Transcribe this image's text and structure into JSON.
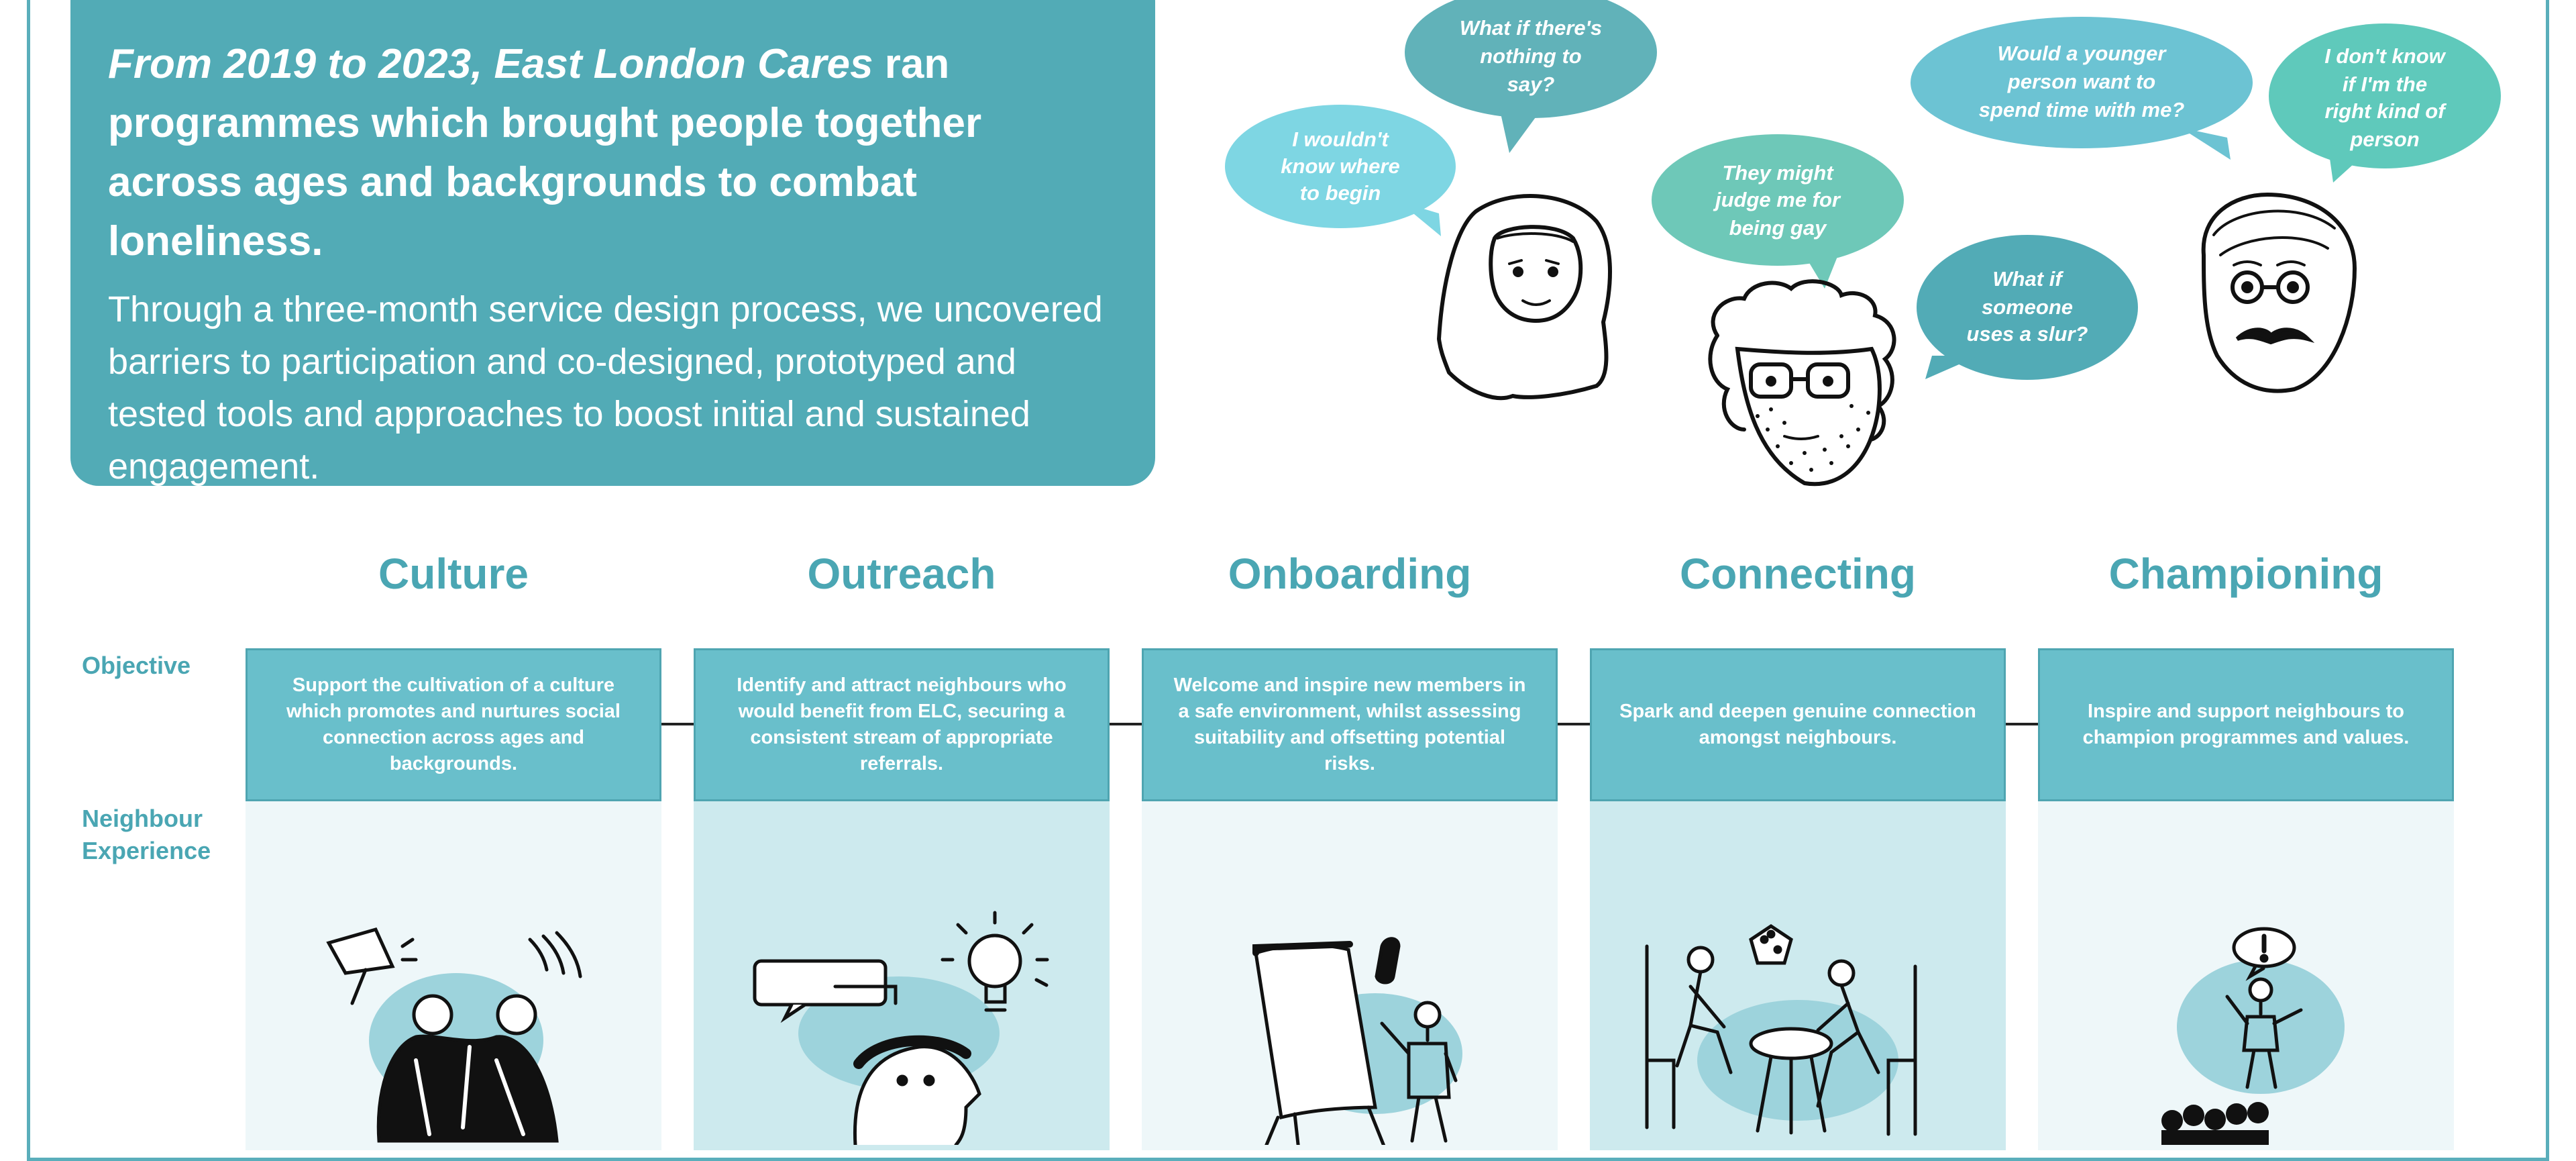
{
  "intro": {
    "lead_em": "From 2019 to 2023, East London Cares",
    "lead_rest": " ran programmes which brought people together across ages and backgrounds to combat loneliness.",
    "body": "Through a three-month service design process, we uncovered barriers to participation and co-designed, prototyped and tested tools and approaches to boost initial and sustained engagement."
  },
  "bubbles": [
    {
      "lines": [
        "What if there's",
        "nothing to",
        "say?"
      ]
    },
    {
      "lines": [
        "I wouldn't",
        "know where",
        "to begin"
      ]
    },
    {
      "lines": [
        "They might",
        "judge me for",
        "being gay"
      ]
    },
    {
      "lines": [
        "What if",
        "someone",
        "uses a slur?"
      ]
    },
    {
      "lines": [
        "Would a younger",
        "person want to",
        "spend time with me?"
      ]
    },
    {
      "lines": [
        "I don't know",
        "if I'm the",
        "right kind of",
        "person"
      ]
    }
  ],
  "row_labels": {
    "objective": "Objective",
    "experience_1": "Neighbour",
    "experience_2": "Experience"
  },
  "stages": [
    {
      "title": "Culture",
      "objective": "Support the cultivation of a culture which promotes and nurtures social connection across ages and backgrounds."
    },
    {
      "title": "Outreach",
      "objective": "Identify and attract neighbours who would benefit from ELC, securing a consistent stream of appropriate referrals."
    },
    {
      "title": "Onboarding",
      "objective": "Welcome and inspire new members in a safe environment, whilst assessing suitability and offsetting potential risks."
    },
    {
      "title": "Connecting",
      "objective": "Spark and deepen genuine connection amongst neighbours."
    },
    {
      "title": "Championing",
      "objective": "Inspire and support neighbours to champion programmes and values."
    }
  ],
  "colors": {
    "teal_dark": "#52abb6",
    "teal_box": "#69bfcb",
    "teal_light": "#cdeaee",
    "teal_pale": "#eef7f9",
    "title_teal": "#4aa6b3"
  }
}
